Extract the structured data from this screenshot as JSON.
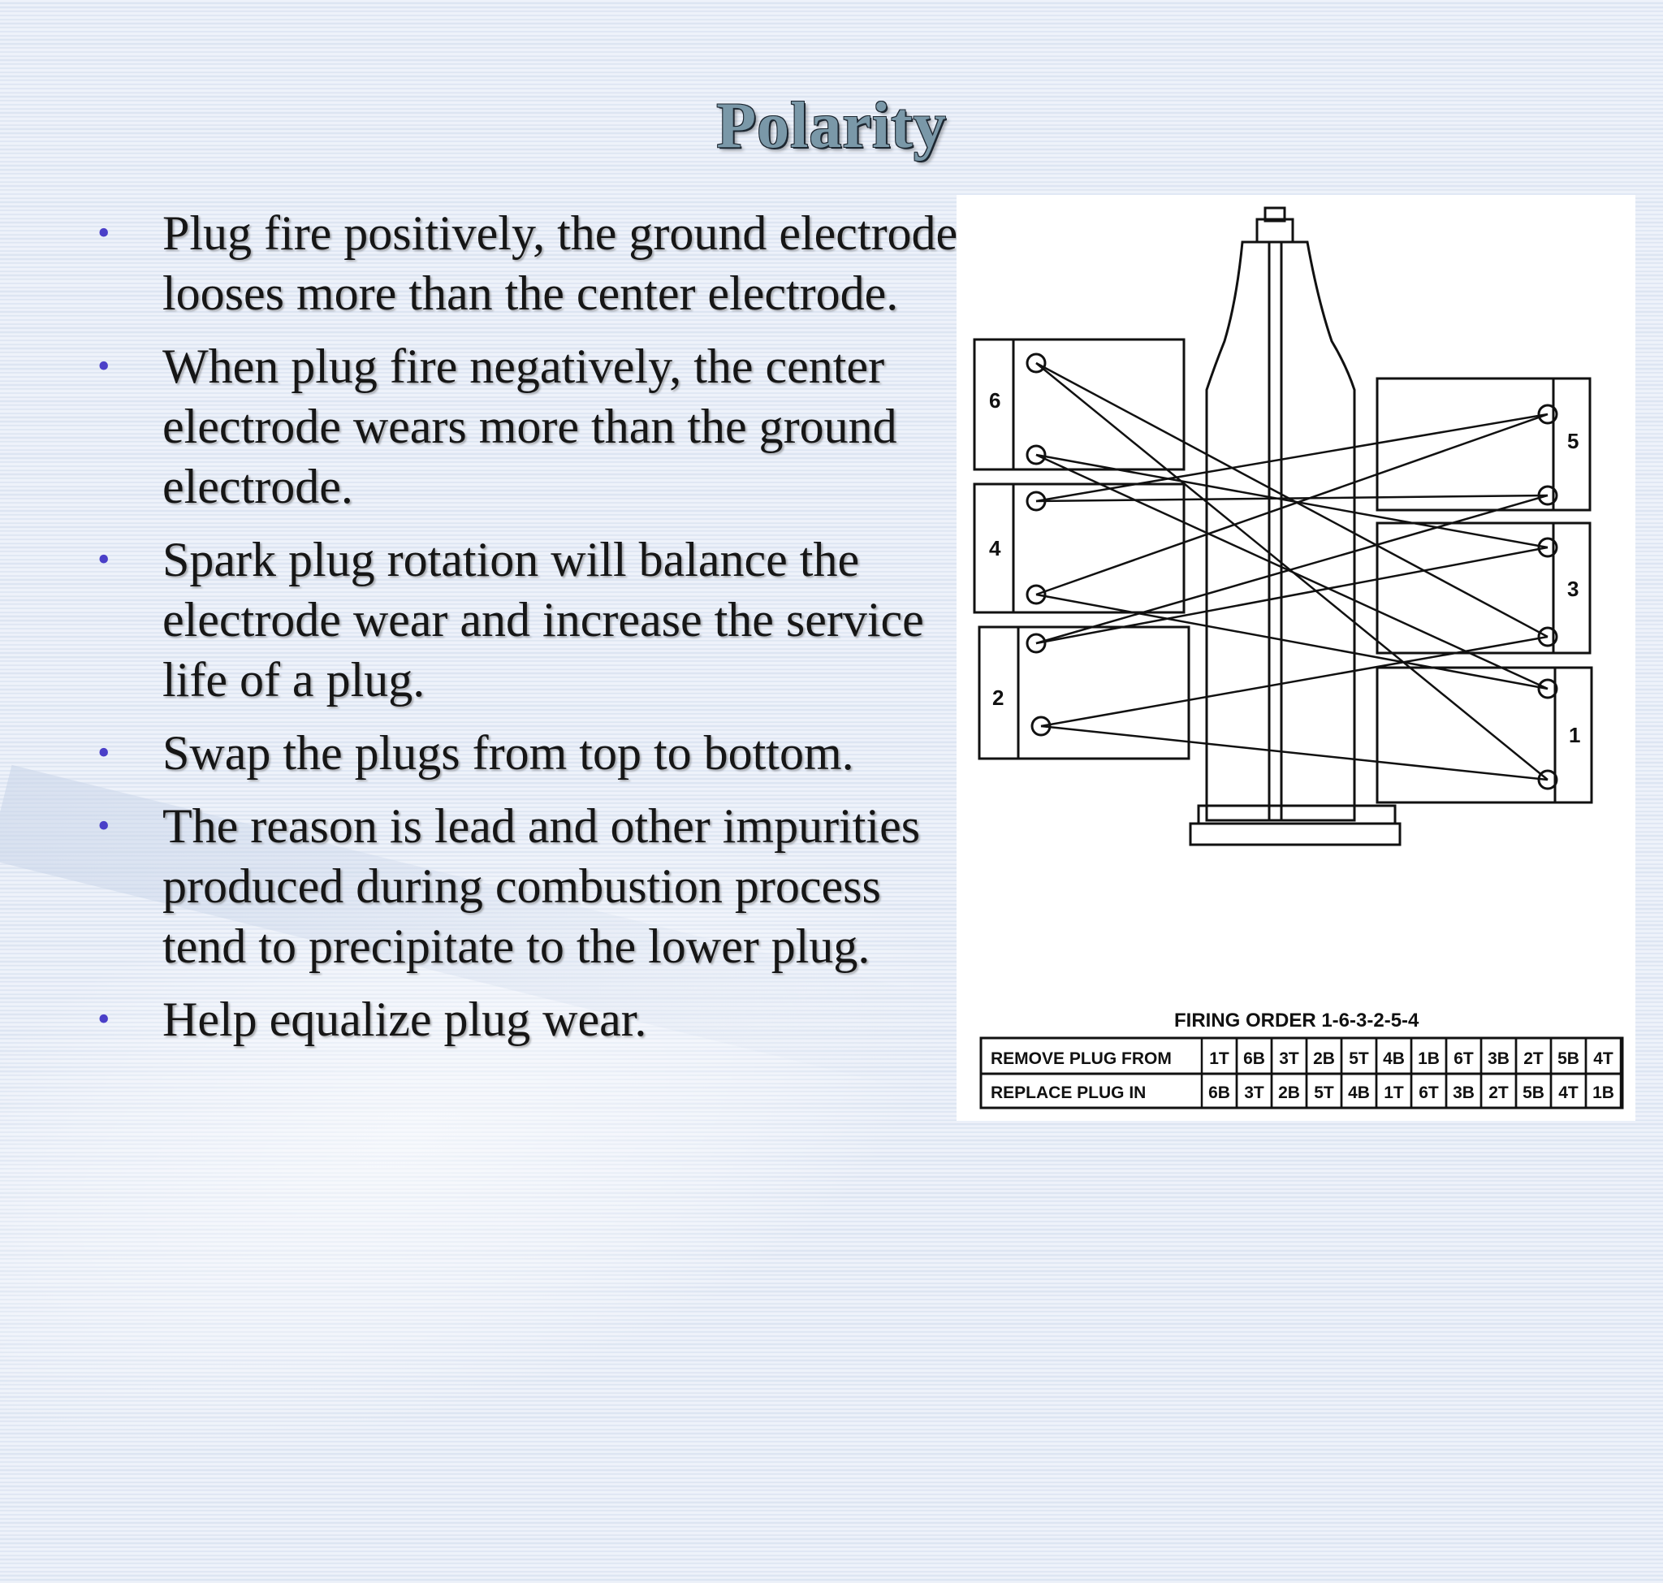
{
  "slide": {
    "title": "Polarity",
    "bullets": [
      "Plug fire positively, the ground electrode looses more than the center electrode.",
      "When plug fire negatively, the center electrode wears more than the ground electrode.",
      "Spark plug rotation will balance the electrode wear and increase the service life of a plug.",
      "Swap the plugs from top to bottom.",
      "The reason is lead and other impurities produced during combustion process tend to precipitate to the lower plug.",
      "Help equalize plug wear."
    ],
    "bullet_symbol": "•",
    "bullet_color": "#4a3fc8"
  },
  "diagram": {
    "cylinder_labels": [
      "6",
      "4",
      "2",
      "5",
      "3",
      "1"
    ],
    "firing_order_title": "FIRING ORDER 1-6-3-2-5-4",
    "table": {
      "row1_label": "REMOVE PLUG FROM",
      "row1": [
        "1T",
        "6B",
        "3T",
        "2B",
        "5T",
        "4B",
        "1B",
        "6T",
        "3B",
        "2T",
        "5B",
        "4T"
      ],
      "row2_label": "REPLACE PLUG IN",
      "row2": [
        "6B",
        "3T",
        "2B",
        "5T",
        "4B",
        "1T",
        "6T",
        "3B",
        "2T",
        "5B",
        "4T",
        "1B"
      ]
    }
  }
}
